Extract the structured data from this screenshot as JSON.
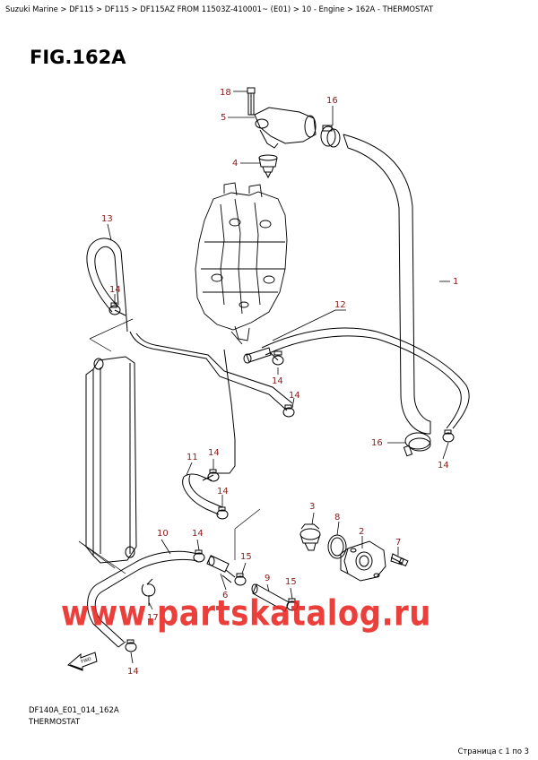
{
  "breadcrumb": "Suzuki Marine > DF115 > DF115 > DF115AZ FROM 11503Z-410001~ (E01) > 10 - Engine > 162A - THERMOSTAT",
  "figure_title": "FIG.162A",
  "callouts": [
    "18",
    "5",
    "16",
    "4",
    "13",
    "1",
    "14",
    "12",
    "14",
    "14",
    "11",
    "14",
    "16",
    "14",
    "14",
    "3",
    "8",
    "2",
    "10",
    "14",
    "7",
    "15",
    "9",
    "15",
    "6",
    "17",
    "14"
  ],
  "footer": {
    "code": "DF140A_E01_014_162A",
    "name": "THERMOSTAT"
  },
  "page_counter": "Страница с 1 по 3",
  "watermark": "www.partskatalog.ru",
  "colors": {
    "callout": "#8b1a1a",
    "watermark": "#e8251f",
    "line": "#000000"
  },
  "icons": {
    "front_arrow": "fwd-arrow-icon"
  }
}
